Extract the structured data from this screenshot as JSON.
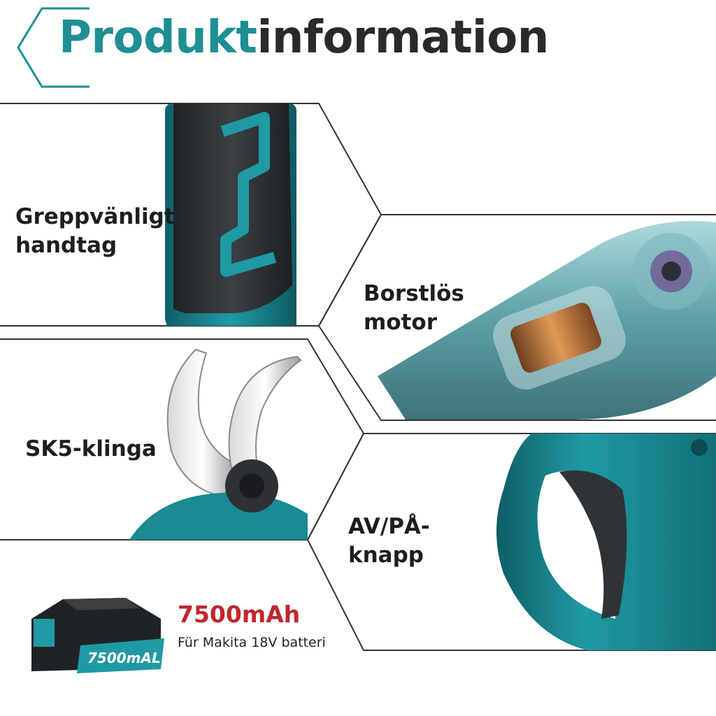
{
  "header": {
    "title_accent": "Produkt",
    "title_rest": "information"
  },
  "features": [
    {
      "lines": [
        "Greppvänligt",
        "handtag"
      ]
    },
    {
      "lines": [
        "Borstlös",
        "motor"
      ]
    },
    {
      "lines": [
        "SK5-klinga"
      ]
    },
    {
      "lines": [
        "AV/PÅ-",
        "knapp"
      ]
    }
  ],
  "battery": {
    "capacity": "7500mAh",
    "compatibility": "Für Makita 18V batteri",
    "pack_label": "7500mAL"
  },
  "colors": {
    "accent": "#1f8f93",
    "tool_teal": "#1a8a93",
    "tool_dark": "#2f3337",
    "capacity_red": "#c0262c",
    "line": "#333333"
  }
}
